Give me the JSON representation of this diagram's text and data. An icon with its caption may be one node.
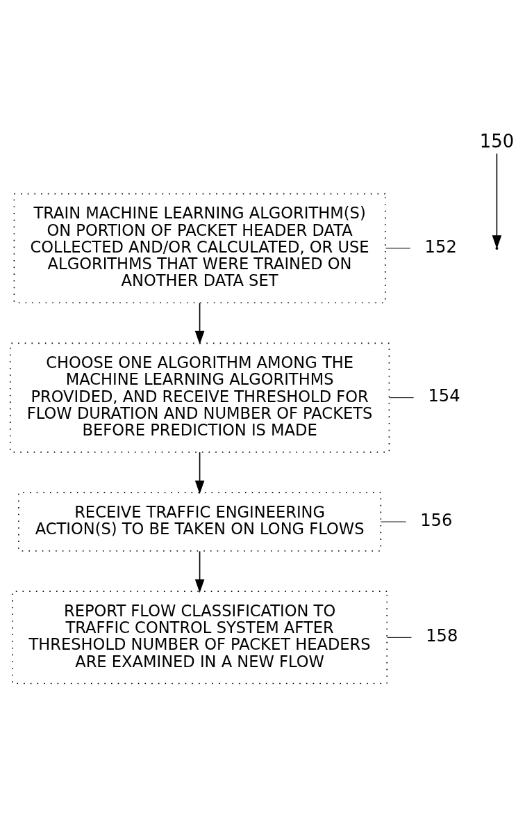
{
  "diagram": {
    "nodes": [
      {
        "text": [
          "TRAIN MACHINE LEARNING ALGORITHM(S) ON PORTION OF PACKET HEADER DATA COLLECTED AND/OR CALCULATED, OR USE ALGORITHMS THAT WERE TRAINED ON ANOTHER DATA SET"
        ],
        "beside": [
          "152"
        ]
      },
      {
        "text": [
          "CHOOSE ONE ALGORITHM AMONG THE MACHINE LEARNING ALGORITHMS PROVIDED, AND RECEIVE THRESHOLD FOR FLOW DURATION AND NUMBER OF PACKETS BEFORE PREDICTION IS MADE"
        ],
        "beside": [
          "154"
        ]
      },
      {
        "text": [
          "RECEIVE TRAFFIC ENGINEERING ACTION(S) TO BE TAKEN ON LONG FLOWS"
        ],
        "beside": [
          "156"
        ]
      },
      {
        "text": [
          "REPORT FLOW CLASSIFICATION TO TRAFFIC CONTROL SYSTEM AFTER THRESHOLD NUMBER OF PACKET HEADERS ARE EXAMINED IN A NEW FLOW"
        ],
        "beside": [
          "158"
        ]
      },
      {
        "text": [
          "150"
        ]
      }
    ],
    "edges": [
      {
        "from": 0,
        "to": 1,
        "arrow": "to"
      },
      {
        "from": 1,
        "to": 2,
        "arrow": "to"
      },
      {
        "from": 2,
        "to": 3,
        "arrow": "to"
      },
      {
        "from": 4,
        "to": null,
        "arrow": "to"
      }
    ]
  }
}
